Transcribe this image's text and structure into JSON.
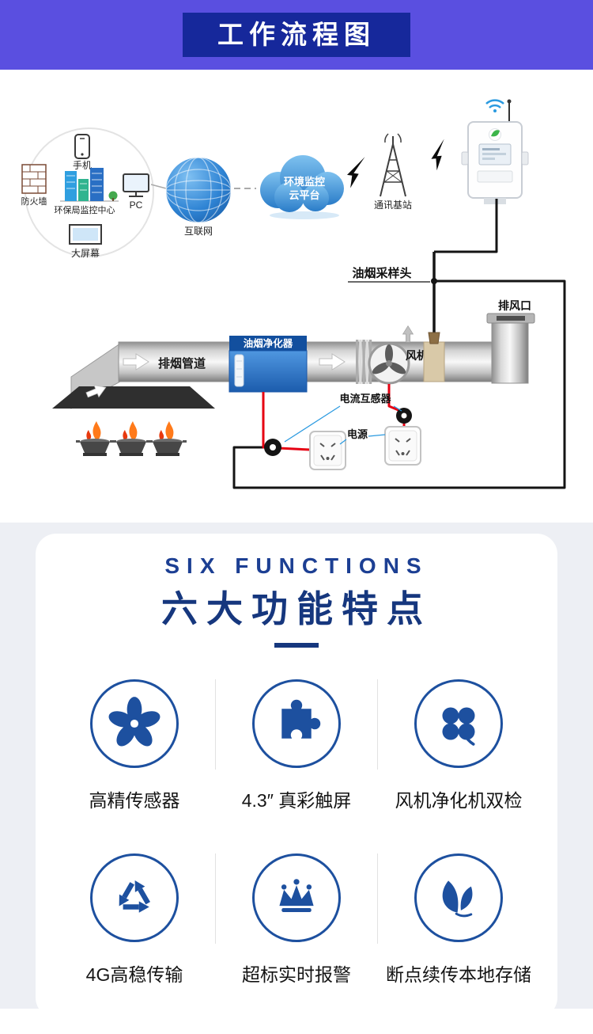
{
  "header": {
    "title": "工作流程图"
  },
  "diagram": {
    "labels": {
      "phone": "手机",
      "firewall": "防火墙",
      "epb_center": "环保局监控中心",
      "pc": "PC",
      "big_screen": "大屏幕",
      "internet": "互联网",
      "cloud_line1": "环境监控",
      "cloud_line2": "云平台",
      "base_station": "通讯基站",
      "sampling_head": "油烟采样头",
      "exhaust_outlet": "排风口",
      "smoke_duct": "排烟管道",
      "purifier": "油烟净化器",
      "fan": "风机",
      "current_transformer": "电流互感器",
      "power": "电源"
    }
  },
  "features": {
    "subtitle": "SIX FUNCTIONS",
    "title": "六大功能特点",
    "items": [
      {
        "icon": "pinwheel-icon",
        "label": "高精传感器"
      },
      {
        "icon": "puzzle-icon",
        "label": "4.3″ 真彩触屏"
      },
      {
        "icon": "clover-icon",
        "label": "风机净化机双检"
      },
      {
        "icon": "recycle-icon",
        "label": "4G高稳传输"
      },
      {
        "icon": "crown-icon",
        "label": "超标实时报警"
      },
      {
        "icon": "leaves-icon",
        "label": "断点续传本地存储"
      }
    ]
  },
  "colors": {
    "header_bg": "#5a4fe0",
    "header_box": "#16289b",
    "navy": "#16377e",
    "icon_blue": "#1d509f",
    "wire_red": "#e60012"
  }
}
